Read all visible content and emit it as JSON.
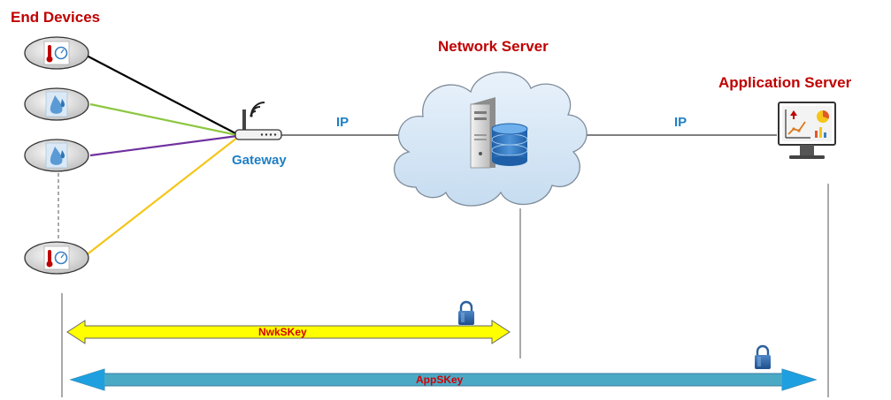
{
  "titles": {
    "end_devices": "End Devices",
    "network_server": "Network Server",
    "application_server": "Application Server"
  },
  "labels": {
    "gateway": "Gateway",
    "ip_left": "IP",
    "ip_right": "IP"
  },
  "keys": {
    "nwk": "NwkSKey",
    "app": "AppSKey"
  },
  "colors": {
    "title": "#c00000",
    "label": "#1f7fc4",
    "key_text": "#d40000",
    "nwk_arrow": "#ffff00",
    "app_arrow": "#4aaac6",
    "line_device1": "#000000",
    "line_device2": "#8cc63f",
    "line_device3": "#7030a0",
    "line_device4": "#f5c518",
    "cloud": "#cfe2f3"
  },
  "devices": [
    {
      "icon": "thermometer-gauge-icon"
    },
    {
      "icon": "water-drop-icon"
    },
    {
      "icon": "water-drop-icon"
    },
    {
      "icon": "thermometer-gauge-icon"
    }
  ]
}
